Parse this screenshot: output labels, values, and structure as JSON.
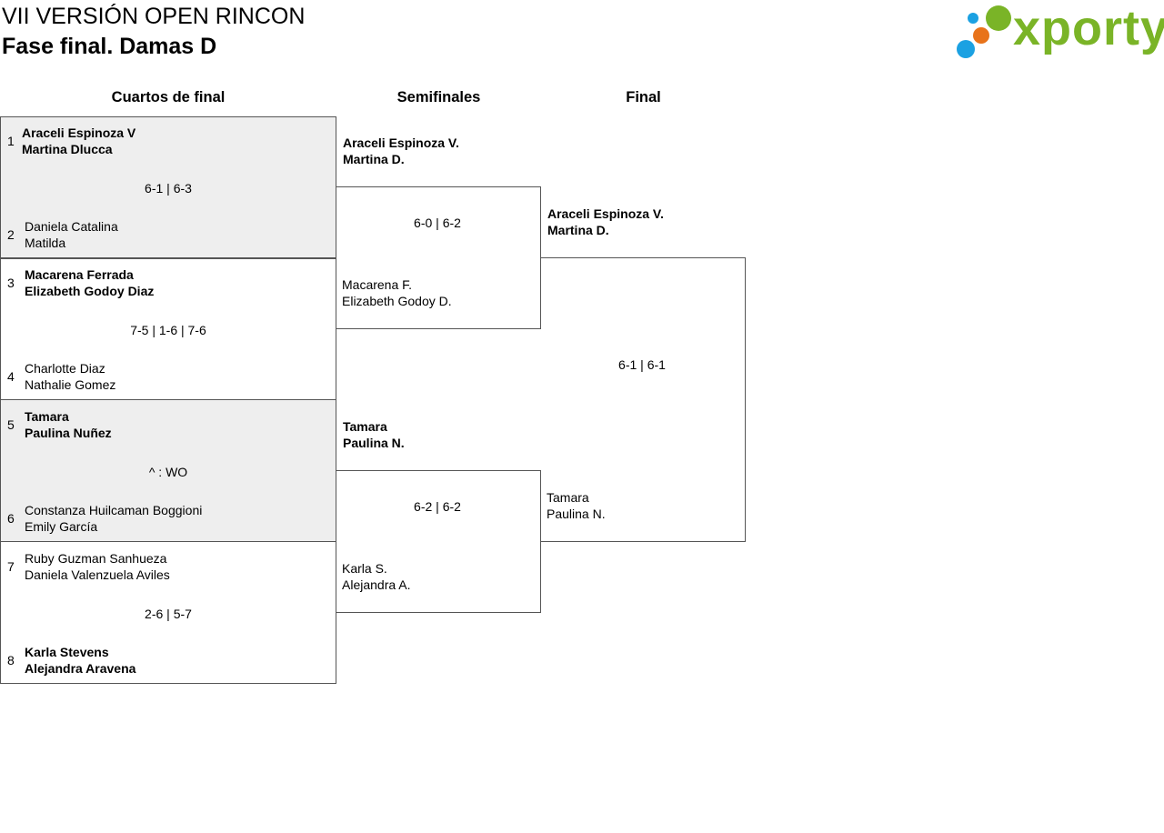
{
  "header": {
    "title": "VII VERSIÓN OPEN RINCON",
    "subtitle": "Fase final. Damas D"
  },
  "logo": {
    "text": "xporty",
    "colors": [
      "#7ab427",
      "#e8731a",
      "#1ba1e2"
    ]
  },
  "rounds": [
    "Cuartos de final",
    "Semifinales",
    "Final"
  ],
  "quarterfinals": [
    {
      "seed_top": "1",
      "top": [
        "Araceli Espinoza V",
        "Martina Dlucca"
      ],
      "score": "6-1 | 6-3",
      "seed_bottom": "2",
      "bottom": [
        "Daniela Catalina",
        "Matilda"
      ]
    },
    {
      "seed_top": "3",
      "top": [
        "Macarena Ferrada",
        "Elizabeth Godoy Diaz"
      ],
      "score": "7-5 | 1-6 | 7-6",
      "seed_bottom": "4",
      "bottom": [
        "Charlotte Diaz",
        "Nathalie Gomez"
      ]
    },
    {
      "seed_top": "5",
      "top": [
        "Tamara",
        "Paulina Nuñez"
      ],
      "score": "^ : WO",
      "seed_bottom": "6",
      "bottom": [
        "Constanza Huilcaman Boggioni",
        "Emily García"
      ]
    },
    {
      "seed_top": "7",
      "top": [
        "Ruby Guzman Sanhueza",
        "Daniela Valenzuela Aviles"
      ],
      "score": "2-6 | 5-7",
      "seed_bottom": "8",
      "bottom": [
        "Karla Stevens",
        "Alejandra Aravena"
      ]
    }
  ],
  "semifinals": [
    {
      "top": [
        "Araceli Espinoza V.",
        "Martina D."
      ],
      "score": "6-0 | 6-2",
      "bottom": [
        "Macarena F.",
        "Elizabeth Godoy D."
      ]
    },
    {
      "top": [
        "Tamara",
        "Paulina N."
      ],
      "score": "6-2 | 6-2",
      "bottom": [
        "Karla S.",
        "Alejandra A."
      ]
    }
  ],
  "final": {
    "top": [
      "Araceli Espinoza V.",
      "Martina D."
    ],
    "score": "6-1 | 6-1",
    "bottom": [
      "Tamara",
      "Paulina N."
    ]
  }
}
